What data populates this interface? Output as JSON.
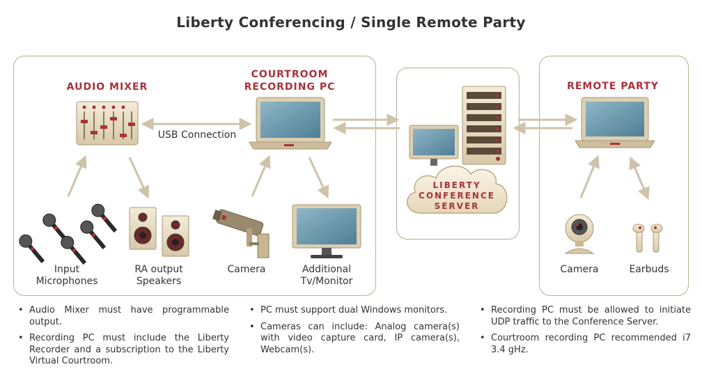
{
  "title": "Liberty Conferencing / Single Remote Party",
  "left_panel": {
    "audio_mixer_heading": "AUDIO MIXER",
    "recording_pc_heading_line1": "COURTROOM",
    "recording_pc_heading_line2": "RECORDING PC",
    "usb_label": "USB Connection",
    "input_mics_line1": "Input",
    "input_mics_line2": "Microphones",
    "speakers_line1": "RA output",
    "speakers_line2": "Speakers",
    "camera_label": "Camera",
    "monitor_line1": "Additional",
    "monitor_line2": "Tv/Monitor"
  },
  "server_panel": {
    "cloud_line1": "LIBERTY",
    "cloud_line2": "CONFERENCE",
    "cloud_line3": "SERVER"
  },
  "right_panel": {
    "heading": "REMOTE PARTY",
    "camera_label": "Camera",
    "earbuds_label": "Earbuds"
  },
  "notes": {
    "col1": [
      "Audio Mixer must have programmable output.",
      "Recording PC must include the Liberty Recorder and a subscription to the Liberty Virtual Courtroom."
    ],
    "col2": [
      "PC must support dual Windows monitors.",
      "Cameras can include: Analog camera(s) with video capture card, IP camera(s), Webcam(s)."
    ],
    "col3": [
      "Recording PC must be allowed to initiate UDP traffic to the Conference Server.",
      "Courtroom recording PC recommended i7 3.4 gHz."
    ]
  },
  "colors": {
    "accent_red": "#a8323a",
    "arrow_tan": "#cfc2aa",
    "panel_border": "#b9ab93",
    "device_beige": "#e8dcc4",
    "screen_blue": "#5f8fa6"
  }
}
